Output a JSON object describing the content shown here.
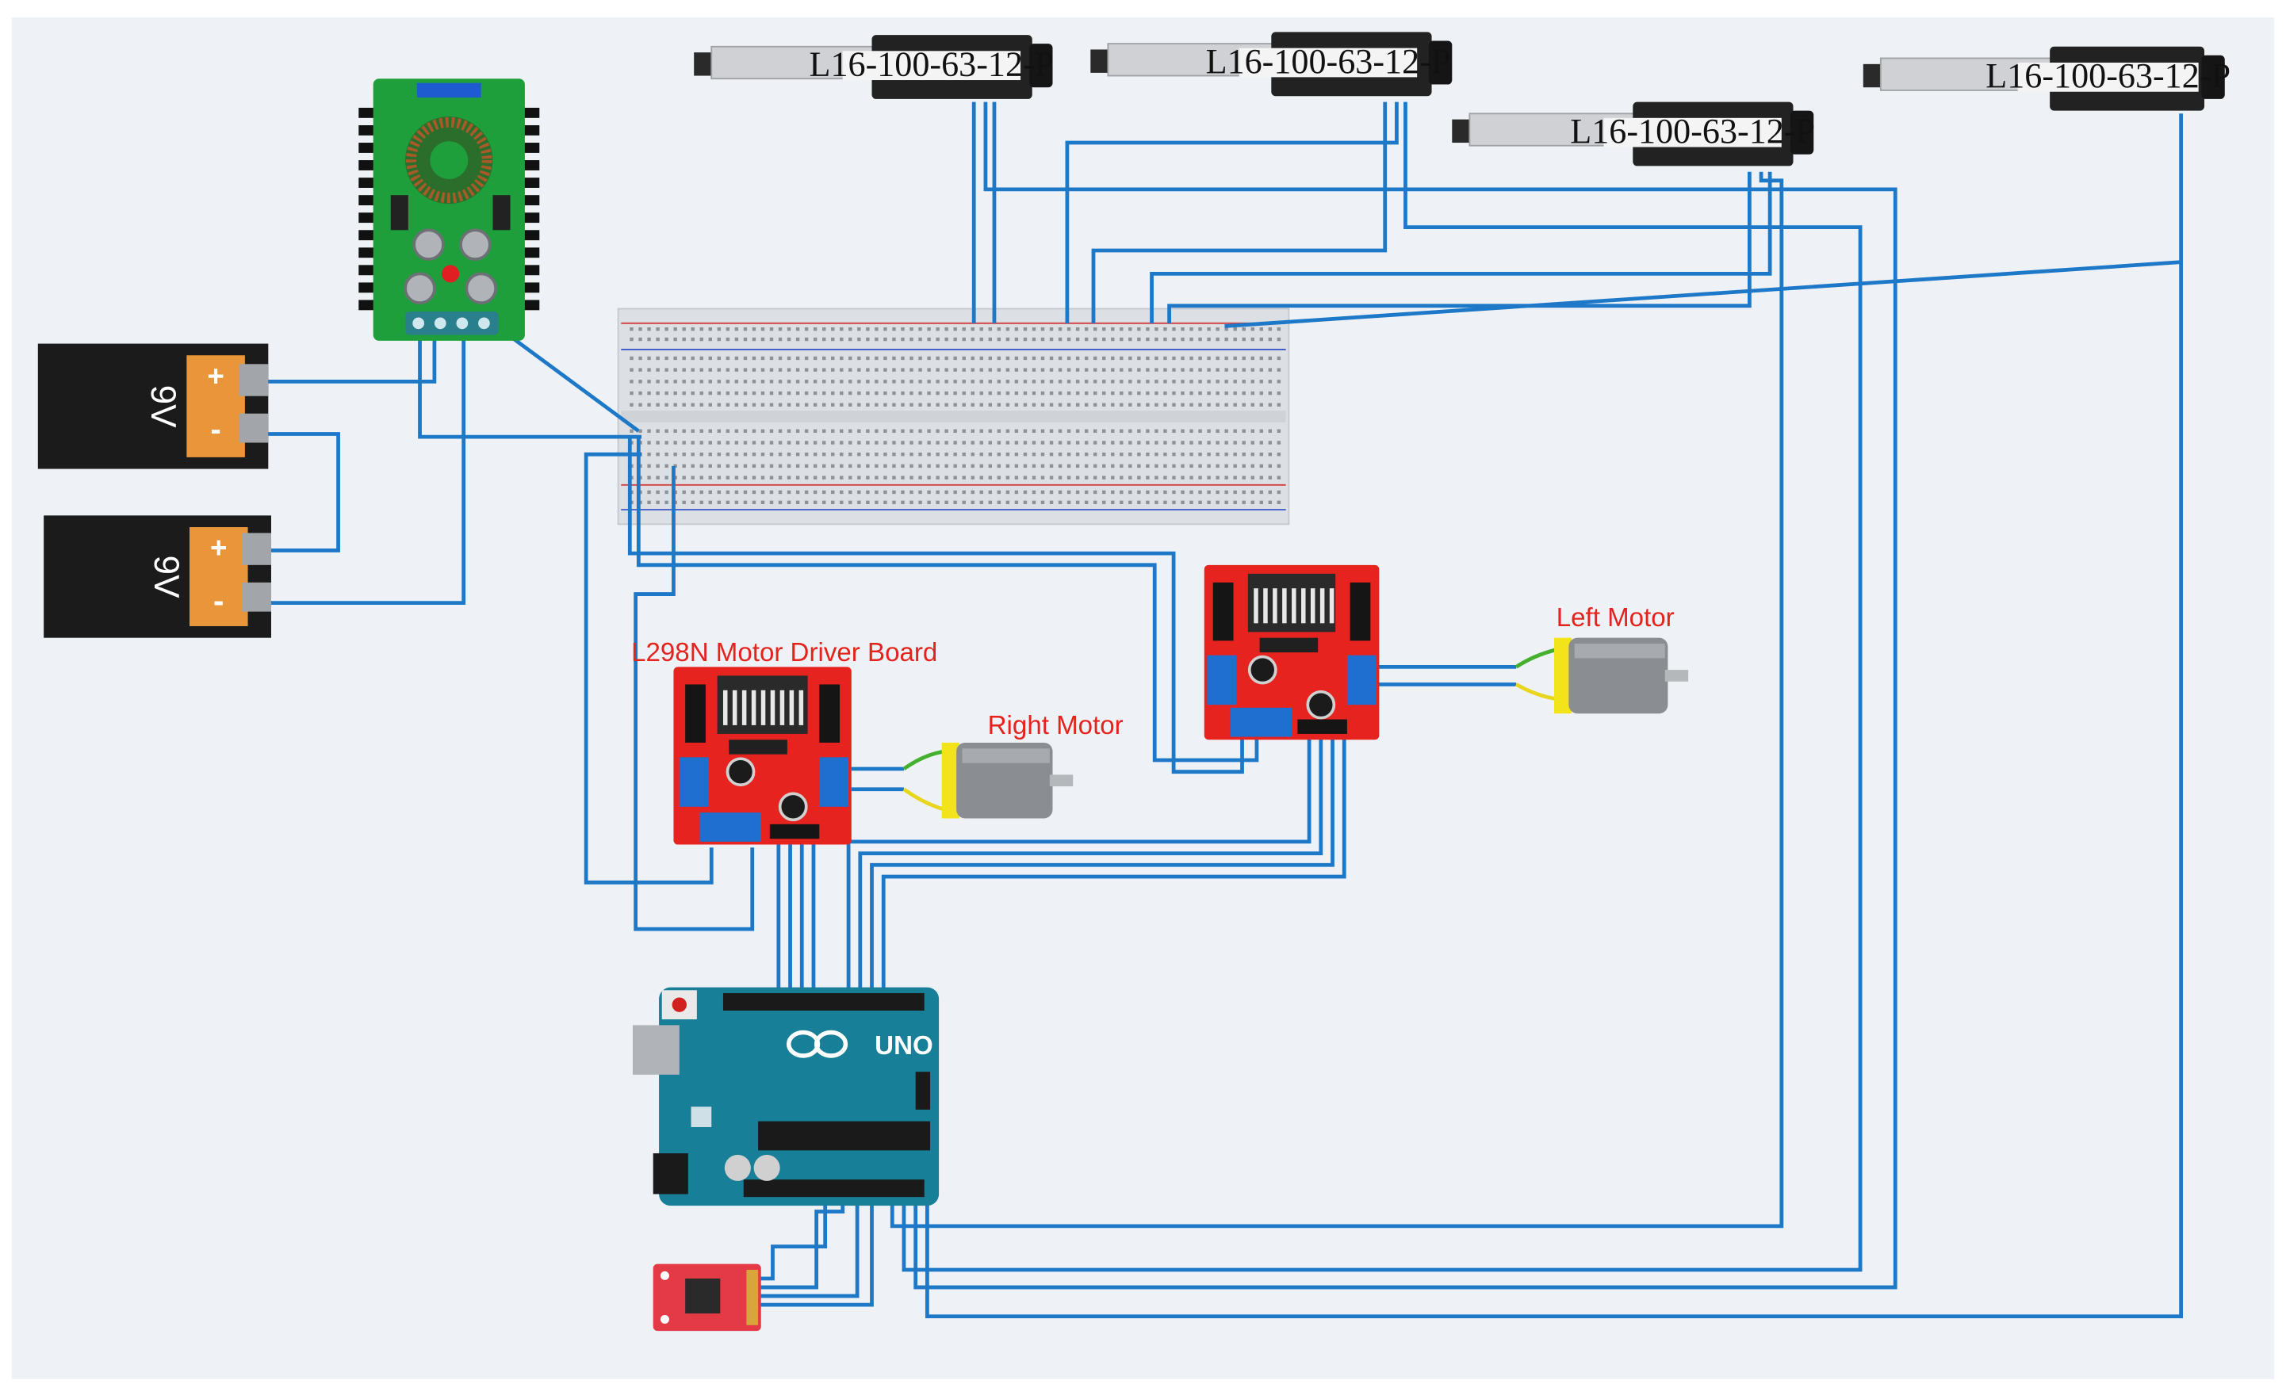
{
  "colors": {
    "canvas": "#eef2f6",
    "wire": "#1e78c8",
    "breadboard": "#dcdfe3",
    "driver_board": "#e7231f",
    "arduino": "#177f97",
    "buck_board": "#1e9f3c",
    "battery_body": "#1b1b1b",
    "battery_orange": "#e9963a",
    "motor_yellow": "#f2e31b",
    "motor_gray": "#8a8d91",
    "green_wire": "#44b02e",
    "yellow_wire": "#e8d61c"
  },
  "actuators": [
    {
      "label": "L16-100-63-12-P"
    },
    {
      "label": "L16-100-63-12-P"
    },
    {
      "label": "L16-100-63-12-P"
    },
    {
      "label": "L16-100-63-12-P"
    }
  ],
  "batteries": [
    {
      "label": "9V",
      "plus": "+",
      "minus": "-"
    },
    {
      "label": "9V",
      "plus": "+",
      "minus": "-"
    }
  ],
  "driver_left_label": "L298N Motor Driver Board",
  "right_motor_label": "Right Motor",
  "left_motor_label": "Left Motor",
  "arduino_logo": "UNO",
  "icons": [
    "arduino-infinity-icon"
  ]
}
